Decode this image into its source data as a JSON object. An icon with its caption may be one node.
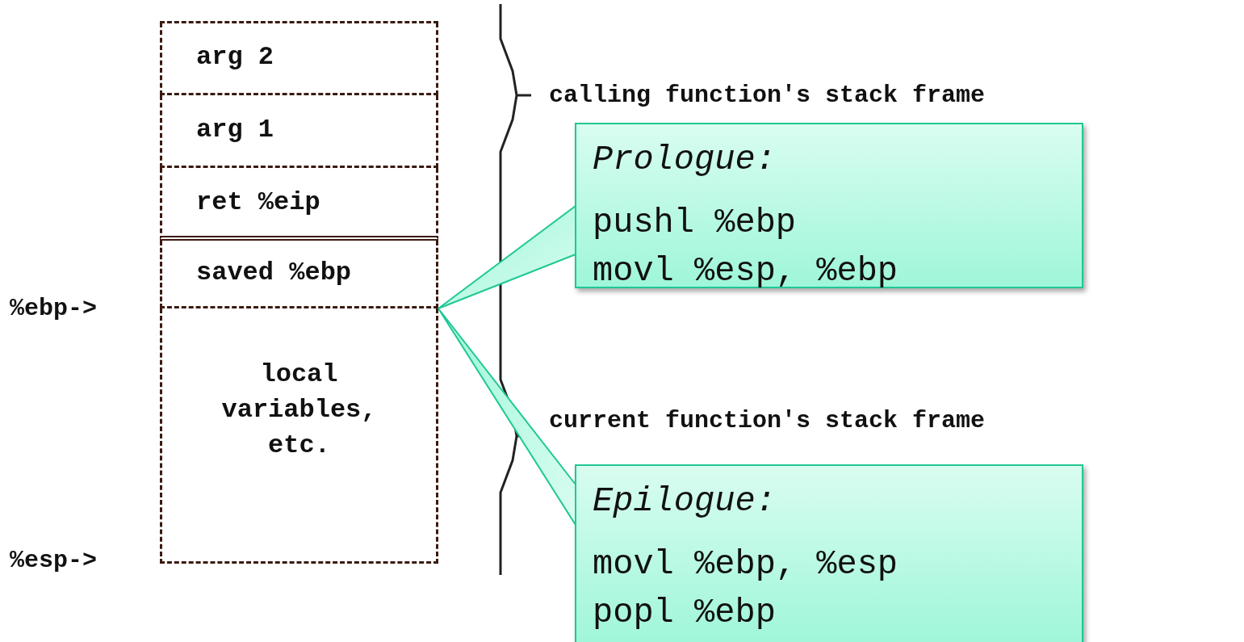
{
  "diagram": {
    "nodes": [
      {
        "text": [
          "arg 2"
        ]
      },
      {
        "text": [
          "arg 1"
        ]
      },
      {
        "text": [
          "ret %eip"
        ]
      },
      {
        "text": [
          "saved %ebp"
        ]
      },
      {
        "text": [
          "local variables, etc."
        ]
      },
      {
        "text": [
          "Prologue:",
          "pushl %ebp",
          "movl %esp, %ebp"
        ]
      },
      {
        "text": [
          "Epilogue:",
          "movl %ebp, %esp",
          "popl %ebp"
        ]
      }
    ],
    "edges": [
      {
        "from": 5,
        "to": 3,
        "arrow": "none"
      },
      {
        "from": 6,
        "to": 3,
        "arrow": "none"
      }
    ],
    "labels": [
      "calling function's stack frame",
      "%ebp->",
      "current function's stack frame",
      "%esp->"
    ]
  }
}
